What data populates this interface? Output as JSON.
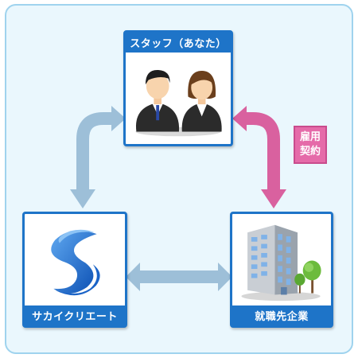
{
  "nodes": {
    "staff": {
      "label": "スタッフ（あなた）",
      "icon": "two-staff-people-icon"
    },
    "agency": {
      "label": "サカイクリエート",
      "icon": "sakai-create-logo"
    },
    "company": {
      "label": "就職先企業",
      "icon": "office-building-icon"
    }
  },
  "contract_badge": {
    "line1": "雇用",
    "line2": "契約"
  },
  "colors": {
    "frame_border": "#9fd3ee",
    "frame_fill": "#eaf7fd",
    "node_blue": "#1e74c8",
    "arrow_blue": "#9dbfd8",
    "arrow_pink": "#d9619f"
  }
}
